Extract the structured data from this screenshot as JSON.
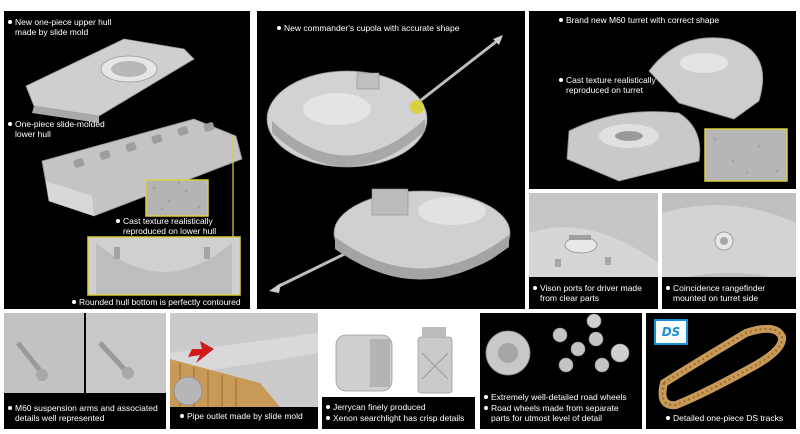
{
  "panels": {
    "hull": {
      "caption1": [
        "New one-piece upper hull",
        "made by slide mold"
      ],
      "caption2": [
        "One-piece slide-molded",
        "lower hull"
      ],
      "caption3": [
        "Cast texture realistically",
        "reproduced on lower hull"
      ],
      "caption4": [
        "Rounded hull bottom is perfectly contoured"
      ]
    },
    "cupola": {
      "caption1": [
        "New commander's cupola with accurate shape"
      ]
    },
    "turret": {
      "caption1": [
        "Brand new M60 turret with correct shape"
      ],
      "caption2": [
        "Cast texture realistically",
        "reproduced on turret"
      ]
    },
    "vision": {
      "caption1": [
        "Vison ports for driver made",
        "from clear parts"
      ]
    },
    "rangefinder": {
      "caption1": [
        "Coincidence rangefinder",
        "mounted on turret side"
      ]
    },
    "suspension": {
      "caption1": [
        "M60 suspension arms and associated",
        "details well represented"
      ]
    },
    "pipe": {
      "caption1": [
        "Pipe outlet made by slide mold"
      ]
    },
    "jerrycan": {
      "caption1": [
        "Jerrycan finely produced"
      ],
      "caption2": [
        "Xenon searchlight has crisp details"
      ]
    },
    "wheels": {
      "caption1": [
        "Extremely well-detailed road wheels"
      ],
      "caption2": [
        "Road wheels made from separate",
        "parts for utmost level of detail"
      ]
    },
    "tracks": {
      "caption1": [
        "Detailed one-piece DS tracks"
      ],
      "logo_text": "DS"
    }
  },
  "colors": {
    "panel_bg": "#000000",
    "plastic": "#c9c9cb",
    "callout": "#d8d040",
    "track": "#c89a58",
    "arrow": "#d11a1a",
    "logo": "#1b8fd6"
  }
}
